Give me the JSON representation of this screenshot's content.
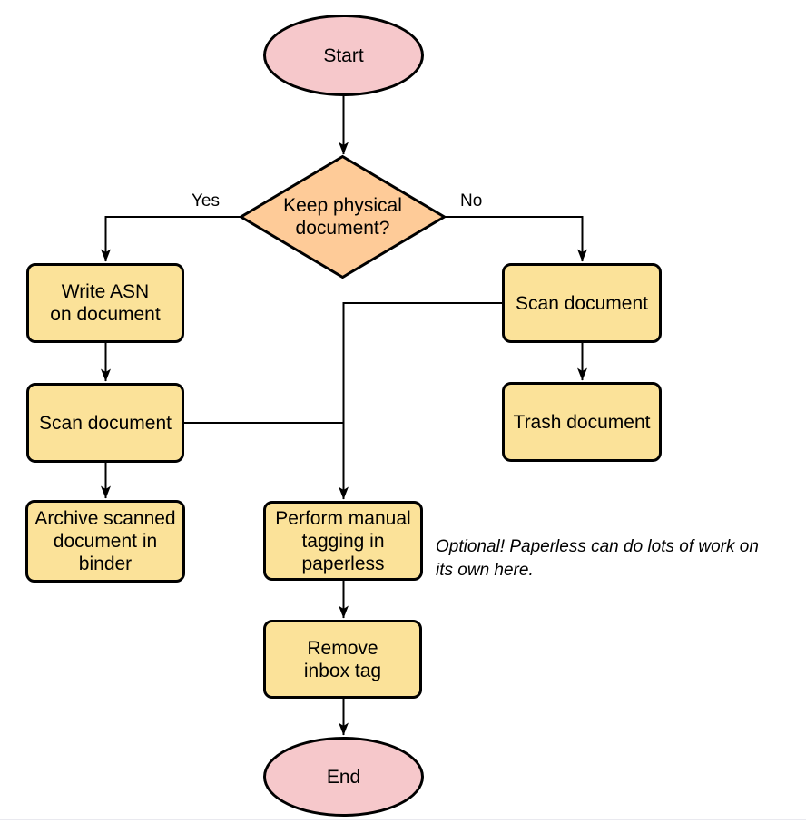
{
  "colors": {
    "terminal_fill": "#f6c8cb",
    "process_fill": "#fbe299",
    "decision_fill": "#fecb98",
    "line": "#000000"
  },
  "flowchart": {
    "start": "Start",
    "decision": "Keep physical\ndocument?",
    "branch_yes": "Yes",
    "branch_no": "No",
    "write_asn": "Write ASN\non document",
    "scan_left": "Scan document",
    "archive": "Archive scanned\ndocument in\nbinder",
    "scan_right": "Scan document",
    "trash": "Trash document",
    "perform_tagging": "Perform manual\ntagging in\npaperless",
    "remove_inbox": "Remove\ninbox tag",
    "end": "End",
    "note": "Optional! Paperless can do lots of work on\nits own here."
  }
}
